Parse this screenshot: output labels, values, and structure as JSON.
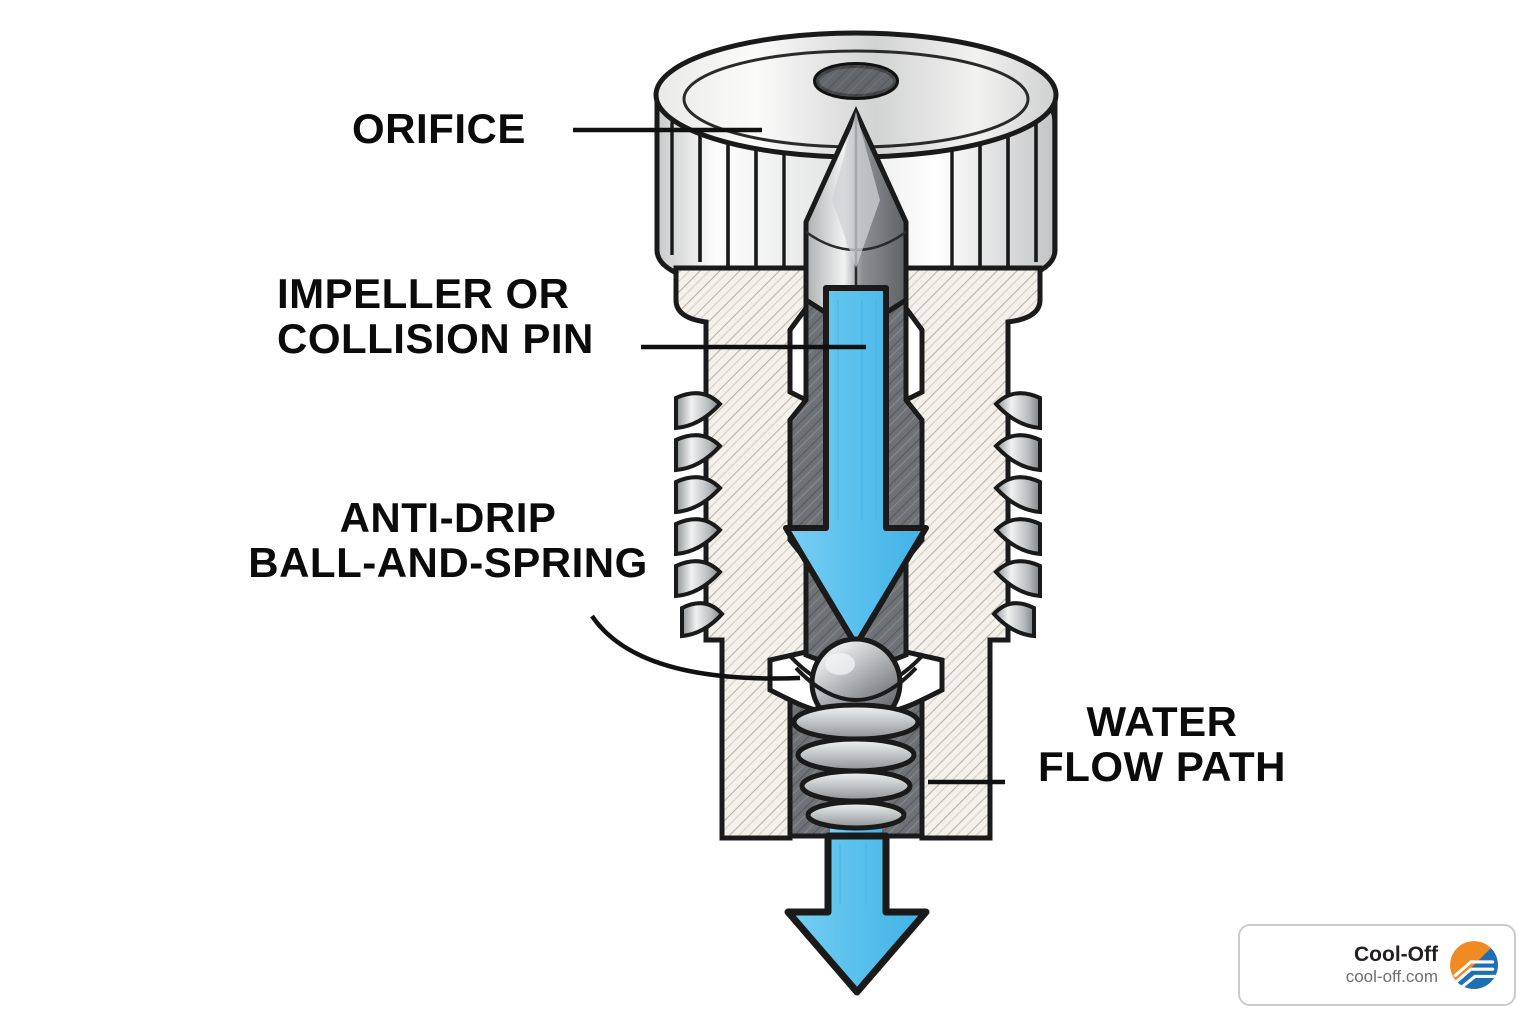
{
  "diagram": {
    "subject": "misting-nozzle-cutaway",
    "background_color": "#ffffff",
    "labels": [
      {
        "id": "orifice",
        "text": "ORIFICE"
      },
      {
        "id": "impeller",
        "text": "IMPELLER OR\nCOLLISION PIN"
      },
      {
        "id": "antidrip",
        "text": "ANTI-DRIP\nBALL-AND-SPRING"
      },
      {
        "id": "water",
        "text": "WATER\nFLOW PATH"
      }
    ],
    "colors": {
      "water_blue": "#5FC3EE",
      "water_blue_dark": "#3CB0E4",
      "metal_dark": "#6E7276",
      "metal_mid": "#9a9ea1",
      "metal_light": "#d9dadb",
      "hatch_white": "#F4F1EC",
      "outline": "#1a1a1a",
      "label_text": "#0b0b0b",
      "leader_line": "#111111"
    },
    "parts": [
      "knurled cap",
      "orifice",
      "impeller / collision pin",
      "threaded body",
      "water flow path",
      "anti-drip ball",
      "anti-drip spring",
      "outlet spray"
    ]
  },
  "logo": {
    "name": "Cool-Off",
    "url": "cool-off.com",
    "mark_name": "cool-off-swoosh-logo",
    "orange": "#F08A22",
    "blue": "#1F6FB5",
    "text_color": "#231f20",
    "url_color": "#6d6e71",
    "border_color": "#c9ccce"
  }
}
